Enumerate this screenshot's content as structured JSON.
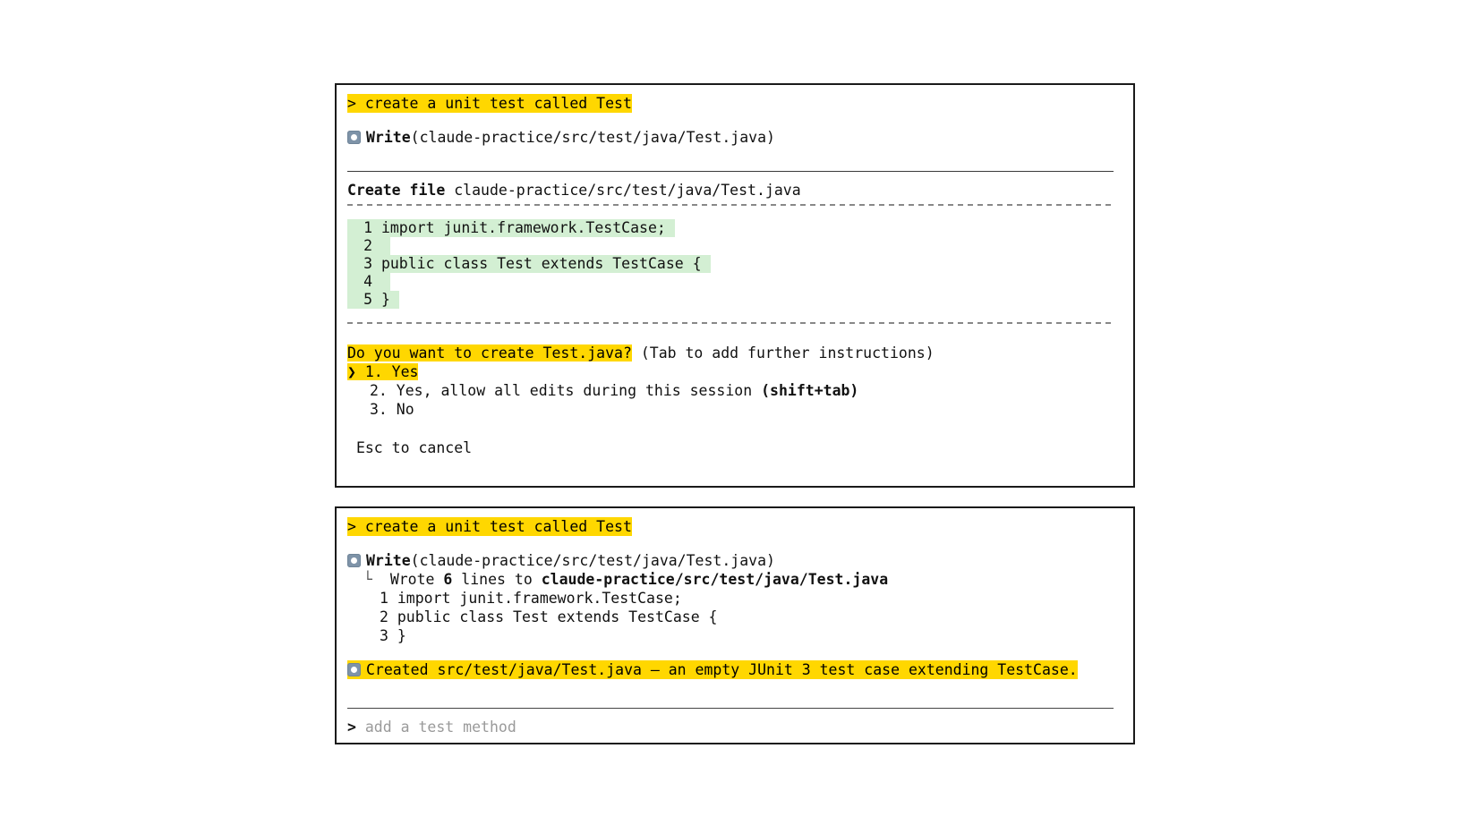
{
  "panels": {
    "confirm": {
      "user_prompt": "> create a unit test called Test",
      "tool_icon": "write-tool-icon",
      "tool_name": "Write",
      "tool_args": "(claude-practice/src/test/java/Test.java)",
      "diff_header_label": "Create file",
      "diff_header_path": "claude-practice/src/test/java/Test.java",
      "diff_lines": [
        {
          "no": "1",
          "text": "import junit.framework.TestCase;",
          "added": true
        },
        {
          "no": "2",
          "text": "",
          "added": true
        },
        {
          "no": "3",
          "text": "public class Test extends TestCase {",
          "added": true
        },
        {
          "no": "4",
          "text": "",
          "added": true
        },
        {
          "no": "5",
          "text": "}",
          "added": true
        }
      ],
      "question": "Do you want to create Test.java?",
      "question_hint": "(Tab to add further instructions)",
      "options": [
        {
          "marker": "❯",
          "label": "1. Yes",
          "selected": true,
          "suffix": ""
        },
        {
          "marker": "",
          "label": "2. Yes, allow all edits during this session",
          "selected": false,
          "suffix": "(shift+tab)"
        },
        {
          "marker": "",
          "label": "3. No",
          "selected": false,
          "suffix": ""
        }
      ],
      "cancel_hint": "Esc to cancel"
    },
    "result": {
      "user_prompt": "> create a unit test called Test",
      "tool_icon": "write-tool-icon",
      "tool_name": "Write",
      "tool_args": "(claude-practice/src/test/java/Test.java)",
      "tree_glyph": "└",
      "wrote_prefix": "Wrote",
      "wrote_count": "6",
      "wrote_middle": "lines to",
      "wrote_path": "claude-practice/src/test/java/Test.java",
      "file_lines": [
        {
          "no": "1",
          "text": "import junit.framework.TestCase;"
        },
        {
          "no": "2",
          "text": "public class Test extends TestCase {"
        },
        {
          "no": "3",
          "text": "}"
        }
      ],
      "assistant_icon": "assistant-response-icon",
      "assistant_message": "Created src/test/java/Test.java — an empty JUnit 3 test case extending TestCase.",
      "input_marker": ">",
      "input_placeholder": "add a test method"
    }
  },
  "colors": {
    "highlight": "#FFD700",
    "diff_added_bg": "#D3EFD3",
    "icon": "#7E93A8",
    "placeholder": "#9A9A9A",
    "border": "#1A1A1A"
  }
}
